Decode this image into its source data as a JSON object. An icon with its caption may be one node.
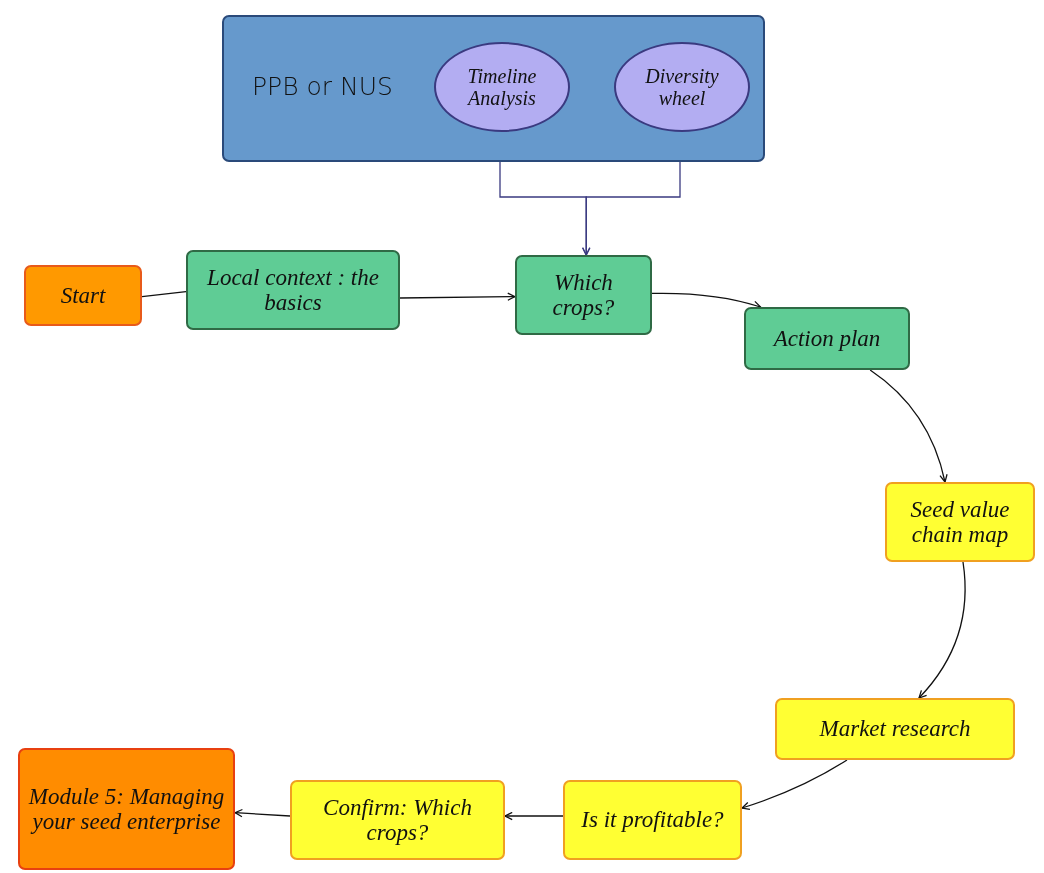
{
  "diagram": {
    "nodes": [
      {
        "text": [
          "PPB or NUS"
        ]
      },
      {
        "text": [
          "Timeline Analysis"
        ],
        "in": 0
      },
      {
        "text": [
          "Diversity wheel"
        ],
        "in": 0
      },
      {
        "text": [
          "Start"
        ]
      },
      {
        "text": [
          "Local context : the basics"
        ]
      },
      {
        "text": [
          "Which crops?"
        ]
      },
      {
        "text": [
          "Action plan"
        ]
      },
      {
        "text": [
          "Seed value chain map"
        ]
      },
      {
        "text": [
          "Market research"
        ]
      },
      {
        "text": [
          "Is it profitable?"
        ]
      },
      {
        "text": [
          "Confirm: Which crops?"
        ]
      },
      {
        "text": [
          "Module 5: Managing your seed enterprise"
        ]
      }
    ],
    "edges": [
      {
        "from": 1,
        "to": 5,
        "arrow": "to",
        "color": "#3a3a80"
      },
      {
        "from": 2,
        "to": 5,
        "arrow": "to",
        "color": "#3a3a80"
      },
      {
        "from": 3,
        "to": 4,
        "arrow": "none"
      },
      {
        "from": 4,
        "to": 5,
        "arrow": "to"
      },
      {
        "from": 5,
        "to": 6,
        "arrow": "to"
      },
      {
        "from": 6,
        "to": 7,
        "arrow": "to"
      },
      {
        "from": 7,
        "to": 8,
        "arrow": "to"
      },
      {
        "from": 8,
        "to": 9,
        "arrow": "to"
      },
      {
        "from": 9,
        "to": 10,
        "arrow": "to"
      },
      {
        "from": 10,
        "to": 11,
        "arrow": "to"
      }
    ]
  }
}
